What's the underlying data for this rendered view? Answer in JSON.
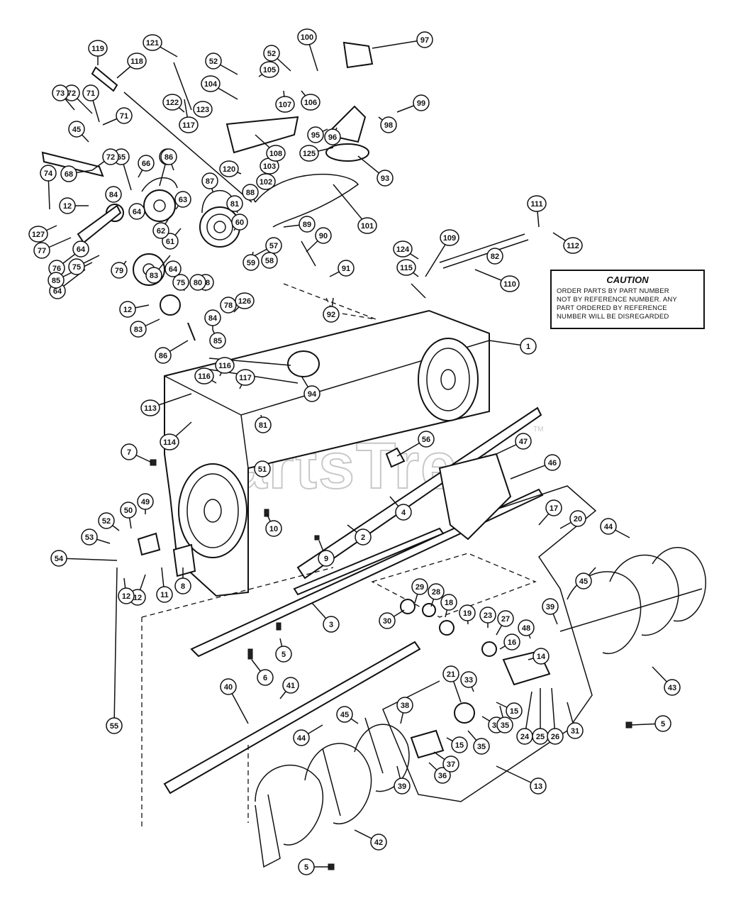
{
  "watermark": {
    "text": "PartsTree",
    "trademark": "TM"
  },
  "caution": {
    "title": "CAUTION",
    "lines": [
      "ORDER PARTS BY PART NUMBER",
      "NOT BY REFERENCE NUMBER. ANY",
      "PART ORDERED BY REFERENCE",
      "NUMBER WILL BE DISREGARDED"
    ]
  },
  "callouts": [
    {
      "label": "1"
    },
    {
      "label": "2"
    },
    {
      "label": "3"
    },
    {
      "label": "4"
    },
    {
      "label": "5"
    },
    {
      "label": "5"
    },
    {
      "label": "5"
    },
    {
      "label": "6"
    },
    {
      "label": "7"
    },
    {
      "label": "8"
    },
    {
      "label": "9"
    },
    {
      "label": "10"
    },
    {
      "label": "11"
    },
    {
      "label": "12"
    },
    {
      "label": "12"
    },
    {
      "label": "12"
    },
    {
      "label": "12"
    },
    {
      "label": "13"
    },
    {
      "label": "14"
    },
    {
      "label": "15"
    },
    {
      "label": "15"
    },
    {
      "label": "16"
    },
    {
      "label": "17"
    },
    {
      "label": "18"
    },
    {
      "label": "19"
    },
    {
      "label": "20"
    },
    {
      "label": "21"
    },
    {
      "label": "23"
    },
    {
      "label": "24"
    },
    {
      "label": "25"
    },
    {
      "label": "26"
    },
    {
      "label": "27"
    },
    {
      "label": "28"
    },
    {
      "label": "29"
    },
    {
      "label": "30"
    },
    {
      "label": "31"
    },
    {
      "label": "32"
    },
    {
      "label": "33"
    },
    {
      "label": "35"
    },
    {
      "label": "35"
    },
    {
      "label": "36"
    },
    {
      "label": "37"
    },
    {
      "label": "38"
    },
    {
      "label": "39"
    },
    {
      "label": "39"
    },
    {
      "label": "40"
    },
    {
      "label": "41"
    },
    {
      "label": "42"
    },
    {
      "label": "43"
    },
    {
      "label": "44"
    },
    {
      "label": "44"
    },
    {
      "label": "45"
    },
    {
      "label": "45"
    },
    {
      "label": "45"
    },
    {
      "label": "46"
    },
    {
      "label": "47"
    },
    {
      "label": "48"
    },
    {
      "label": "49"
    },
    {
      "label": "50"
    },
    {
      "label": "51"
    },
    {
      "label": "52"
    },
    {
      "label": "52"
    },
    {
      "label": "52"
    },
    {
      "label": "53"
    },
    {
      "label": "54"
    },
    {
      "label": "55"
    },
    {
      "label": "56"
    },
    {
      "label": "57"
    },
    {
      "label": "58"
    },
    {
      "label": "59"
    },
    {
      "label": "60"
    },
    {
      "label": "61"
    },
    {
      "label": "62"
    },
    {
      "label": "63"
    },
    {
      "label": "64"
    },
    {
      "label": "64"
    },
    {
      "label": "64"
    },
    {
      "label": "64"
    },
    {
      "label": "65"
    },
    {
      "label": "66"
    },
    {
      "label": "67"
    },
    {
      "label": "68"
    },
    {
      "label": "71"
    },
    {
      "label": "71"
    },
    {
      "label": "72"
    },
    {
      "label": "72"
    },
    {
      "label": "73"
    },
    {
      "label": "74"
    },
    {
      "label": "75"
    },
    {
      "label": "75"
    },
    {
      "label": "76"
    },
    {
      "label": "77"
    },
    {
      "label": "78"
    },
    {
      "label": "78"
    },
    {
      "label": "79"
    },
    {
      "label": "80"
    },
    {
      "label": "81"
    },
    {
      "label": "81"
    },
    {
      "label": "82"
    },
    {
      "label": "83"
    },
    {
      "label": "83"
    },
    {
      "label": "84"
    },
    {
      "label": "84"
    },
    {
      "label": "85"
    },
    {
      "label": "85"
    },
    {
      "label": "86"
    },
    {
      "label": "86"
    },
    {
      "label": "87"
    },
    {
      "label": "88"
    },
    {
      "label": "89"
    },
    {
      "label": "90"
    },
    {
      "label": "91"
    },
    {
      "label": "92"
    },
    {
      "label": "93"
    },
    {
      "label": "94"
    },
    {
      "label": "95"
    },
    {
      "label": "96"
    },
    {
      "label": "97"
    },
    {
      "label": "98"
    },
    {
      "label": "99"
    },
    {
      "label": "100"
    },
    {
      "label": "101"
    },
    {
      "label": "102"
    },
    {
      "label": "103"
    },
    {
      "label": "104"
    },
    {
      "label": "105"
    },
    {
      "label": "106"
    },
    {
      "label": "107"
    },
    {
      "label": "108"
    },
    {
      "label": "109"
    },
    {
      "label": "110"
    },
    {
      "label": "111"
    },
    {
      "label": "112"
    },
    {
      "label": "113"
    },
    {
      "label": "114"
    },
    {
      "label": "115"
    },
    {
      "label": "116"
    },
    {
      "label": "116"
    },
    {
      "label": "117"
    },
    {
      "label": "117"
    },
    {
      "label": "118"
    },
    {
      "label": "119"
    },
    {
      "label": "120"
    },
    {
      "label": "121"
    },
    {
      "label": "122"
    },
    {
      "label": "123"
    },
    {
      "label": "124"
    },
    {
      "label": "125"
    },
    {
      "label": "126"
    },
    {
      "label": "127"
    },
    {
      "label": "128"
    }
  ]
}
